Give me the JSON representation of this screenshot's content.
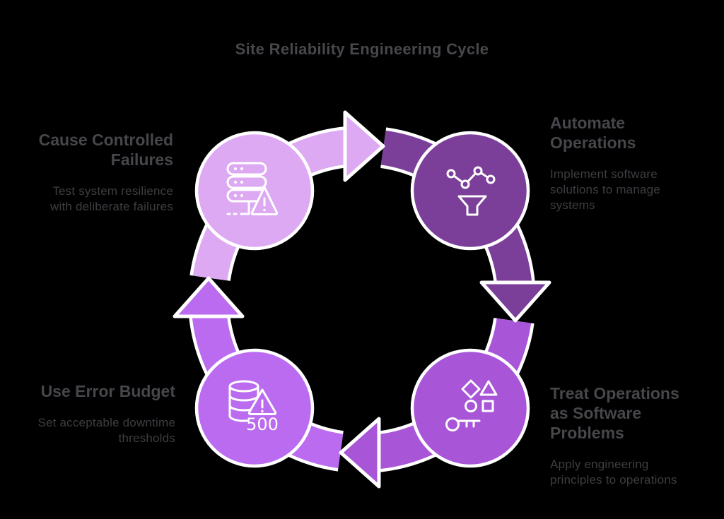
{
  "title": "Site Reliability Engineering Cycle",
  "colors": {
    "step1": "#dda9f2",
    "step2": "#7b3e99",
    "step3": "#a855d8",
    "step4": "#bb6bef",
    "outline": "#ffffff",
    "background": "#000000",
    "heading_text": "#46464b",
    "body_text": "#3e3e43"
  },
  "steps": [
    {
      "heading": "Cause Controlled\nFailures",
      "body": "Test system resilience\nwith deliberate failures",
      "icon": "server-warning-icon",
      "color": "#dda9f2"
    },
    {
      "heading": "Automate\nOperations",
      "body": "Implement software\nsolutions to manage\nsystems",
      "icon": "network-funnel-icon",
      "color": "#7b3e99"
    },
    {
      "heading": "Treat Operations\nas Software\nProblems",
      "body": "Apply engineering\nprinciples to operations",
      "icon": "shapes-key-icon",
      "color": "#a855d8"
    },
    {
      "heading": "Use Error Budget",
      "body": "Set acceptable downtime\nthresholds",
      "icon": "database-error-icon",
      "error_code": "500",
      "color": "#bb6bef"
    }
  ]
}
